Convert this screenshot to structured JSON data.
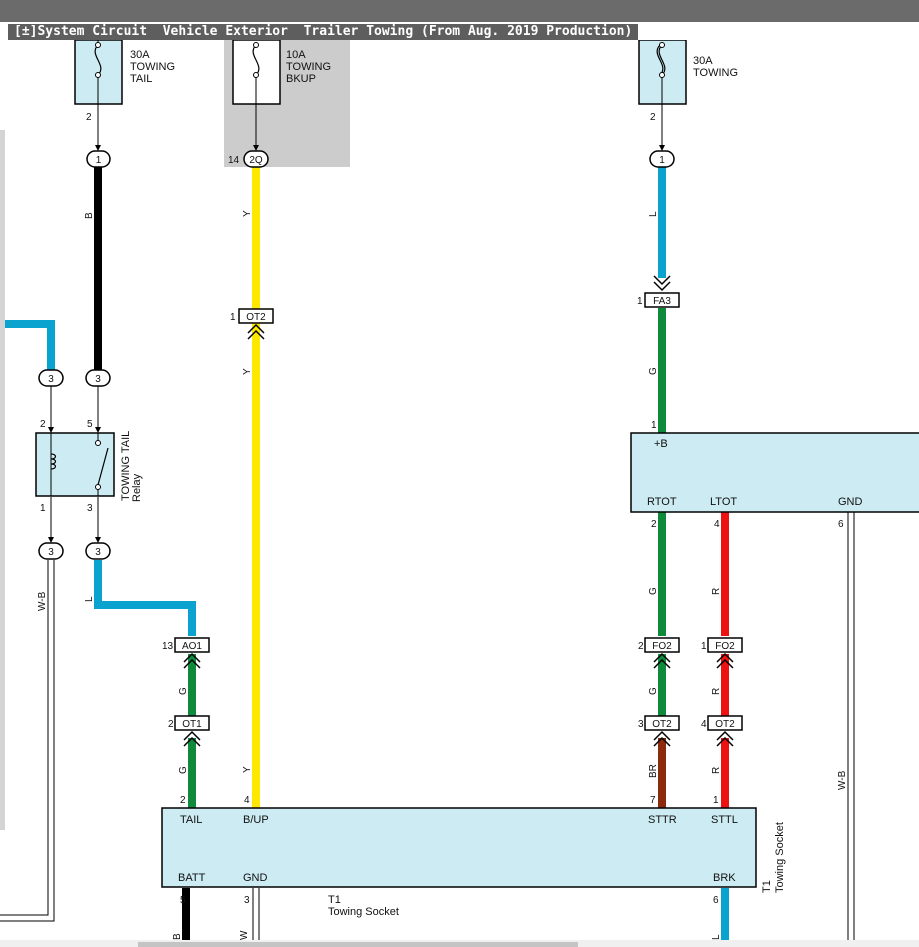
{
  "header": {
    "toggle": "[±]",
    "title": "System Circuit  Vehicle Exterior  Trailer Towing (From Aug. 2019 Production)"
  },
  "colors": {
    "B": "#000000",
    "Y": "#ffe800",
    "L": "#0aa2cf",
    "G": "#0f8a3c",
    "R": "#ee1111",
    "BR": "#8b2a0c",
    "component_fill": "#cdebf2",
    "shaded_area": "#cccccc"
  },
  "fuses": {
    "tail": {
      "rating": "30A",
      "line1": "TOWING",
      "line2": "TAIL",
      "pin": "2"
    },
    "bkup": {
      "rating": "10A",
      "line1": "TOWING",
      "line2": "BKUP",
      "pin": "14"
    },
    "towing": {
      "rating": "30A",
      "line1": "TOWING",
      "pin": "2"
    }
  },
  "relay": {
    "line1": "TOWING TAIL",
    "line2": "Relay",
    "pins": {
      "coil_top": "2",
      "switch_top": "5",
      "coil_bottom": "1",
      "switch_bottom": "3"
    }
  },
  "splices": {
    "s1": "1",
    "s2q": "2Q",
    "s_right": "1",
    "s3a": "3",
    "s3b": "3",
    "s3c": "3",
    "s3d": "3"
  },
  "connectors": {
    "ot2_y": {
      "label": "OT2",
      "pin": "1"
    },
    "fa3": {
      "label": "FA3",
      "pin": "1"
    },
    "ao1": {
      "label": "AO1",
      "pin": "13"
    },
    "ot1": {
      "label": "OT1",
      "pin": "2"
    },
    "fo2_g": {
      "label": "FO2",
      "pin": "2"
    },
    "fo2_r": {
      "label": "FO2",
      "pin": "1"
    },
    "ot2_br": {
      "label": "OT2",
      "pin": "3"
    },
    "ot2_r": {
      "label": "OT2",
      "pin": "4"
    }
  },
  "wire_labels": {
    "b_upper": "B",
    "y_upper": "Y",
    "y_middle": "Y",
    "y_lower": "Y",
    "l_right": "L",
    "g_right": "G",
    "wb_left": "W-B",
    "l_relay": "L",
    "g_ao1": "G",
    "g_ot1": "G",
    "g_rtot": "G",
    "g_fo2": "G",
    "r_ltot": "R",
    "r_fo2": "R",
    "br": "BR",
    "r_ot2": "R",
    "wb_right": "W-B",
    "b_bottom": "B",
    "w_bottom": "W",
    "l_bottom": "L"
  },
  "module": {
    "pin_b": "1",
    "label_b": "+B",
    "label_rtot": "RTOT",
    "label_ltot": "LTOT",
    "label_gnd": "GND",
    "pin_rtot": "2",
    "pin_ltot": "4",
    "pin_gnd": "6"
  },
  "socket": {
    "id": "T1",
    "name": "Towing Socket",
    "side_id": "T1",
    "side_name": "Towing Socket",
    "tail": "TAIL",
    "bup": "B/UP",
    "sttr": "STTR",
    "sttl": "STTL",
    "batt": "BATT",
    "gnd": "GND",
    "brk": "BRK",
    "pin_tail": "2",
    "pin_bup": "4",
    "pin_sttr": "7",
    "pin_sttl": "1",
    "pin_batt": "5",
    "pin_gnd": "3",
    "pin_brk": "6"
  }
}
